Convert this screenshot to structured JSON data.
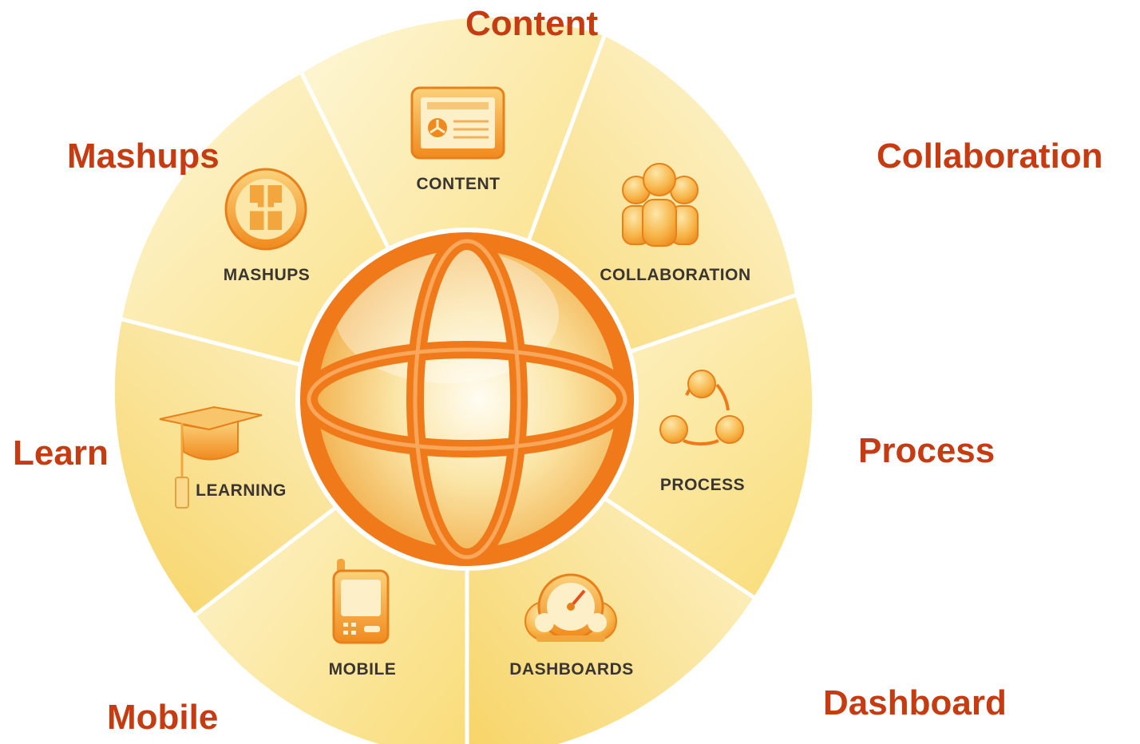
{
  "diagram": {
    "outer_labels": {
      "content": "Content",
      "collaboration": "Collaboration",
      "mashups": "Mashups",
      "learn": "Learn",
      "process": "Process",
      "mobile": "Mobile",
      "dashboard": "Dashboard"
    },
    "segments": {
      "content": "CONTENT",
      "collaboration": "COLLABORATION",
      "mashups": "MASHUPS",
      "process": "PROCESS",
      "learning": "LEARNING",
      "mobile": "MOBILE",
      "dashboards": "DASHBOARDS"
    },
    "icons": [
      "content-icon",
      "collaboration-icon",
      "mashups-icon",
      "process-icon",
      "learning-icon",
      "mobile-icon",
      "dashboards-icon",
      "globe-icon"
    ],
    "colors": {
      "label": "#c63c12",
      "accent_orange": "#f07a1a",
      "segment_light": "#fdf1c2",
      "segment_mid": "#f9dd7d",
      "segment_text": "#3a3530"
    }
  }
}
